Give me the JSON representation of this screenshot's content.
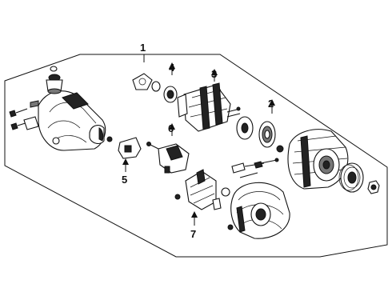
{
  "callouts": {
    "c1": "1",
    "c2": "2",
    "c3": "3",
    "c4": "4",
    "c5": "5",
    "c6": "6",
    "c7": "7"
  },
  "icons": {
    "arrow": "arrow-up-icon"
  }
}
